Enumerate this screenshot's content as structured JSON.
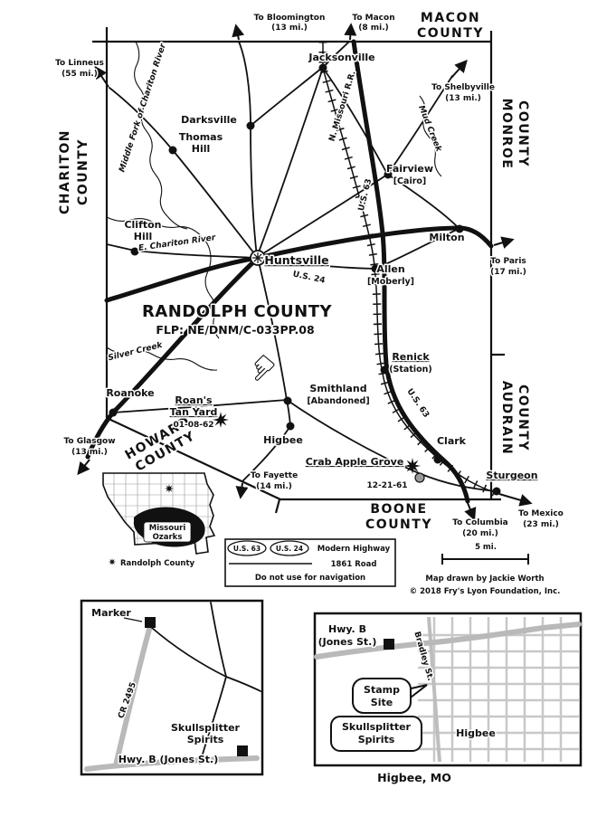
{
  "map": {
    "title": "RANDOLPH COUNTY",
    "subtitle": "FLP: NE/DNM/C-033PP.08",
    "counties": {
      "macon": {
        "l1": "MACON",
        "l2": "COUNTY"
      },
      "chariton": {
        "l1": "CHARITON",
        "l2": "COUNTY"
      },
      "monroe": {
        "l1": "MONROE",
        "l2": "COUNTY"
      },
      "audrain": {
        "l1": "AUDRAIN",
        "l2": "COUNTY"
      },
      "howard": {
        "l1": "HOWARD",
        "l2": "COUNTY"
      },
      "boone": {
        "l1": "BOONE",
        "l2": "COUNTY"
      }
    },
    "towns": {
      "jacksonville": "Jacksonville",
      "darksville": "Darksville",
      "thomas_hill": {
        "l1": "Thomas",
        "l2": "Hill"
      },
      "fairview": {
        "name": "Fairview",
        "alt": "[Cairo]"
      },
      "clifton_hill": {
        "l1": "Clifton",
        "l2": "Hill"
      },
      "huntsville": "Huntsville",
      "milton": "Milton",
      "allen": {
        "name": "Allen",
        "alt": "[Moberly]"
      },
      "renick": {
        "name": "Renick",
        "alt": "(Station)"
      },
      "roanoke": "Roanoke",
      "smithland": {
        "name": "Smithland",
        "alt": "[Abandoned]"
      },
      "higbee": "Higbee",
      "clark": "Clark",
      "sturgeon": "Sturgeon"
    },
    "sites": {
      "roans": {
        "l1": "Roan's",
        "l2": "Tan Yard",
        "date": "01-08-62"
      },
      "crab_apple": {
        "name": "Crab Apple Grove",
        "date": "12-21-61"
      }
    },
    "directions": {
      "bloomington": {
        "l1": "To Bloomington",
        "l2": "(13 mi.)"
      },
      "macon": {
        "l1": "To Macon",
        "l2": "(8 mi.)"
      },
      "linneus": {
        "l1": "To Linneus",
        "l2": "(55 mi.)"
      },
      "shelbyville": {
        "l1": "To Shelbyville",
        "l2": "(13 mi.)"
      },
      "paris": {
        "l1": "To Paris",
        "l2": "(17 mi.)"
      },
      "glasgow": {
        "l1": "To Glasgow",
        "l2": "(13 mi.)"
      },
      "fayette": {
        "l1": "To Fayette",
        "l2": "(14 mi.)"
      },
      "columbia": {
        "l1": "To Columbia",
        "l2": "(20 mi.)"
      },
      "mexico": {
        "l1": "To Mexico",
        "l2": "(23 mi.)"
      }
    },
    "waterways": {
      "middle_fork": "Middle Fork of Chariton River",
      "e_chariton": "E. Chariton River",
      "silver_creek": "Silver Creek",
      "mud_creek": "Mud Creek"
    },
    "routes": {
      "railroad": "N. Missouri R.R.",
      "us63_north": "U.S. 63",
      "us63_south": "U.S. 63",
      "us24": "U.S. 24"
    }
  },
  "state_inset": {
    "ozarks": {
      "l1": "Missouri",
      "l2": "Ozarks"
    },
    "key_label": "Randolph County"
  },
  "legend": {
    "badge_us63": "U.S. 63",
    "badge_us24": "U.S. 24",
    "modern_label": "Modern Highway",
    "old_label": "1861 Road",
    "disclaimer": "Do not use for navigation",
    "scale_label": "5 mi.",
    "credit": "Map drawn by Jackie Worth",
    "copyright": "© 2018 Fry's Lyon Foundation, Inc."
  },
  "marker_inset": {
    "marker_label": "Marker",
    "road_label": "CR 2495",
    "spirits": {
      "l1": "Skullsplitter",
      "l2": "Spirits"
    },
    "hwy_label": "Hwy. B (Jones St.)"
  },
  "town_inset": {
    "hwy": {
      "l1": "Hwy. B",
      "l2": "(Jones St.)"
    },
    "bradley_label": "Bradley St.",
    "stamp": {
      "l1": "Stamp",
      "l2": "Site"
    },
    "spirits": {
      "l1": "Skullsplitter",
      "l2": "Spirits"
    },
    "town_label": "Higbee",
    "caption": "Higbee, MO"
  }
}
